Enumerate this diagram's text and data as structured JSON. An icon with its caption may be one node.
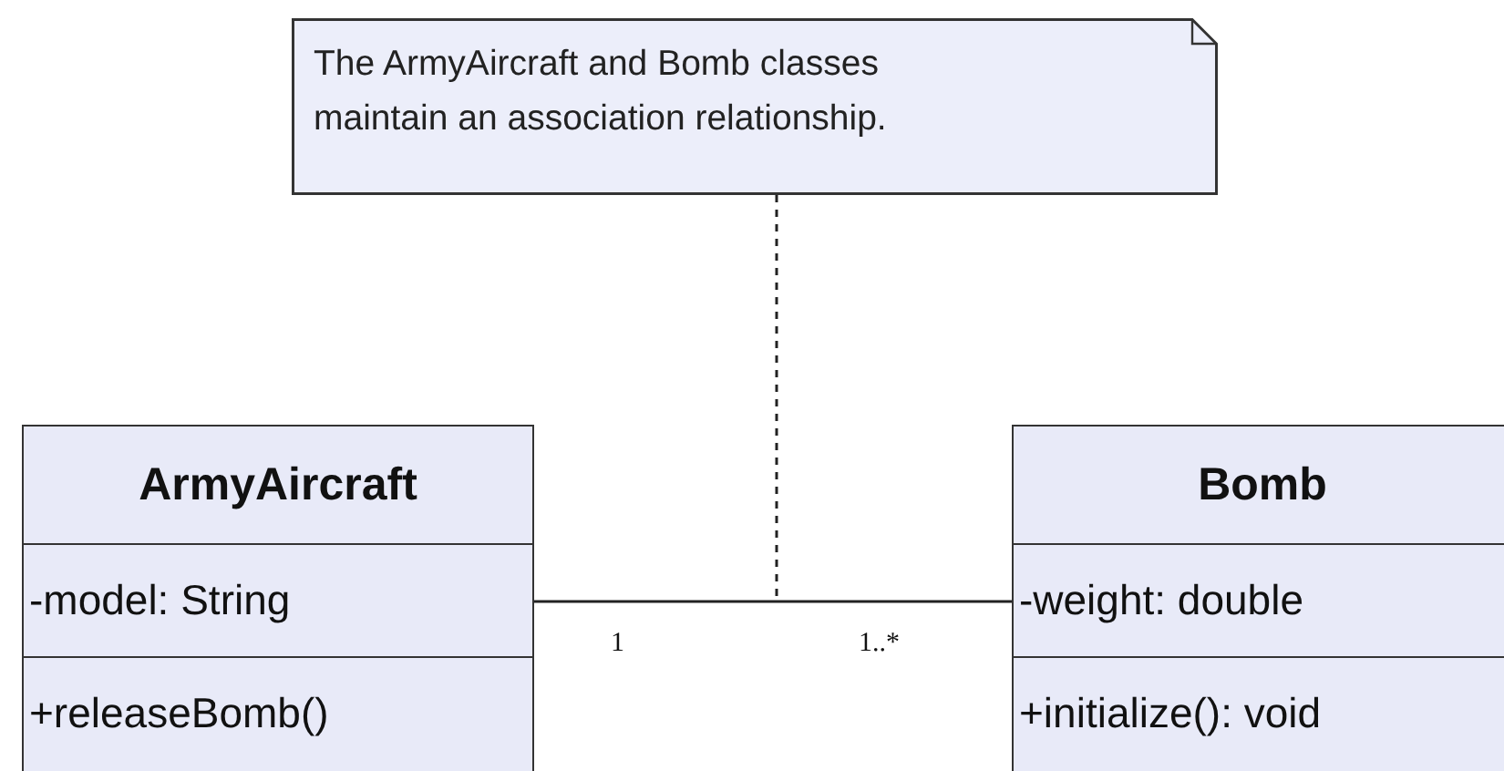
{
  "diagram": {
    "nodes": [
      {
        "text": [
          "The ArmyAircraft and Bomb classes maintain an association relationship."
        ]
      },
      {
        "text": [
          "ArmyAircraft",
          "-model: String",
          "+releaseBomb()"
        ]
      },
      {
        "text": [
          "Bomb",
          "-weight: double",
          "+initialize(): void"
        ]
      }
    ],
    "edges": [
      {
        "from": 1,
        "to": 2,
        "arrow": "none"
      },
      {
        "from": 0,
        "to": null,
        "arrow": "none",
        "style": "dashed"
      }
    ],
    "labels": [
      "1",
      "1..*"
    ]
  }
}
